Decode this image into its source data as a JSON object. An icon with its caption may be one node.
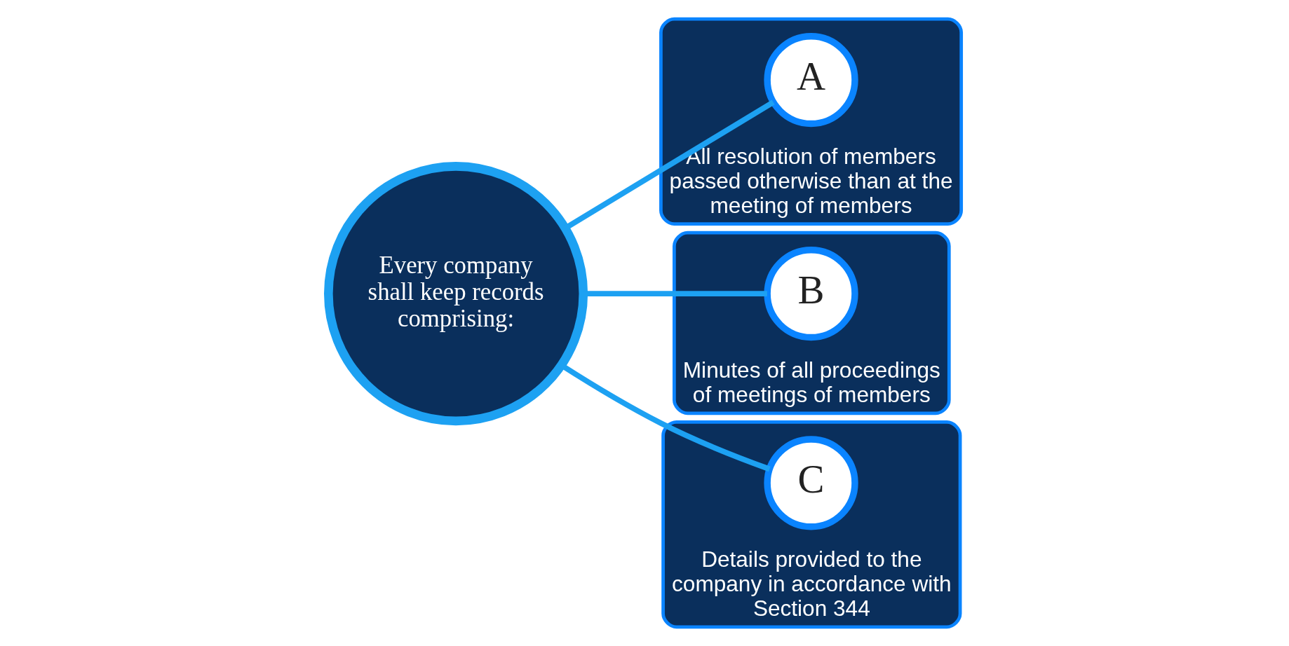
{
  "diagram": {
    "nodes": [
      {
        "text": [
          "Every company shall keep records comprising:"
        ]
      },
      {
        "text": [
          "All resolution of members passed otherwise than at the meeting of members"
        ]
      },
      {
        "text": [
          "A"
        ],
        "in": 1
      },
      {
        "text": [
          "Minutes of all proceedings of meetings of members"
        ]
      },
      {
        "text": [
          "B"
        ],
        "in": 3
      },
      {
        "text": [
          "Details provided to the company in accordance with Section 344"
        ]
      },
      {
        "text": [
          "C"
        ],
        "in": 5
      }
    ],
    "edges": [
      {
        "from": 0,
        "to": 2,
        "arrow": "none"
      },
      {
        "from": 0,
        "to": 4,
        "arrow": "none"
      },
      {
        "from": 0,
        "to": 6,
        "arrow": "none"
      }
    ]
  }
}
